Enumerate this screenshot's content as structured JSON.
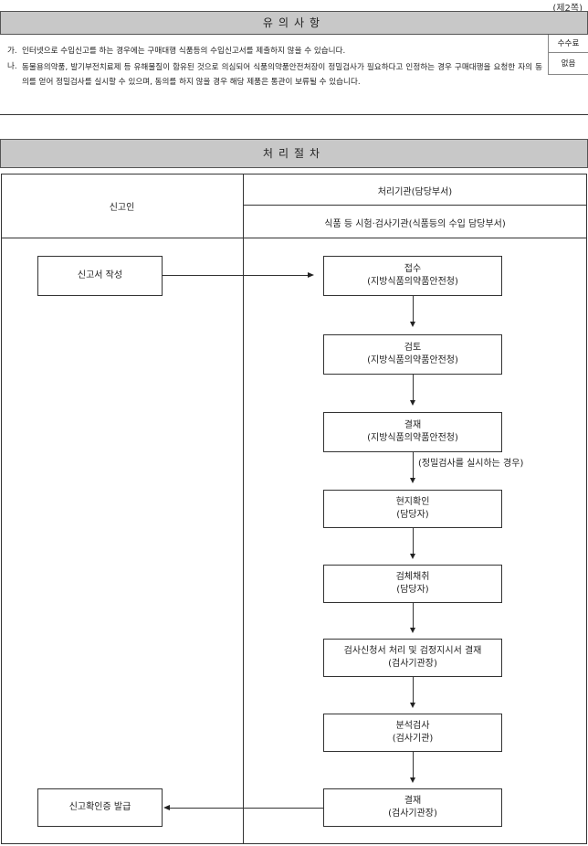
{
  "page_number": "(제2쪽)",
  "notice": {
    "title": "유의사항",
    "items": [
      {
        "mark": "가.",
        "text": "인터넷으로 수입신고를 하는 경우에는 구매대행 식품등의 수입신고서를 제출하지 않을 수 있습니다."
      },
      {
        "mark": "나.",
        "text": "동물용의약품, 발기부전치료제 등 유해물질이 함유된 것으로 의심되어 식품의약품안전처장이 정밀검사가 필요하다고 인정하는 경우 구매대행을 요청한 자의 동의를 얻어 정밀검사를 실시할 수 있으며, 동의를 하지 않을 경우 해당 제품은 통관이 보류될 수 있습니다."
      }
    ],
    "fee_label": "수수료",
    "fee_value": "없음"
  },
  "procedure": {
    "title": "처리절차",
    "col_applicant": "신고인",
    "col_agency": "처리기관(담당부서)",
    "col_agency_sub": "식품 등 시험·검사기관(식품등의 수입 담당부서)",
    "applicant_steps": {
      "write": "신고서 작성",
      "issue": "신고확인증 발급"
    },
    "steps": [
      {
        "name": "접수",
        "dept": "(지방식품의약품안전청)"
      },
      {
        "name": "검토",
        "dept": "(지방식품의약품안전청)"
      },
      {
        "name": "결재",
        "dept": "(지방식품의약품안전청)"
      },
      {
        "name": "현지확인",
        "dept": "(담당자)"
      },
      {
        "name": "검체채취",
        "dept": "(담당자)"
      },
      {
        "name": "검사신청서 처리 및 검정지시서 결재",
        "dept": "(검사기관장)"
      },
      {
        "name": "분석검사",
        "dept": "(검사기관)"
      },
      {
        "name": "결재",
        "dept": "(검사기관장)"
      }
    ],
    "condition": "(정밀검사를 실시하는 경우)"
  }
}
